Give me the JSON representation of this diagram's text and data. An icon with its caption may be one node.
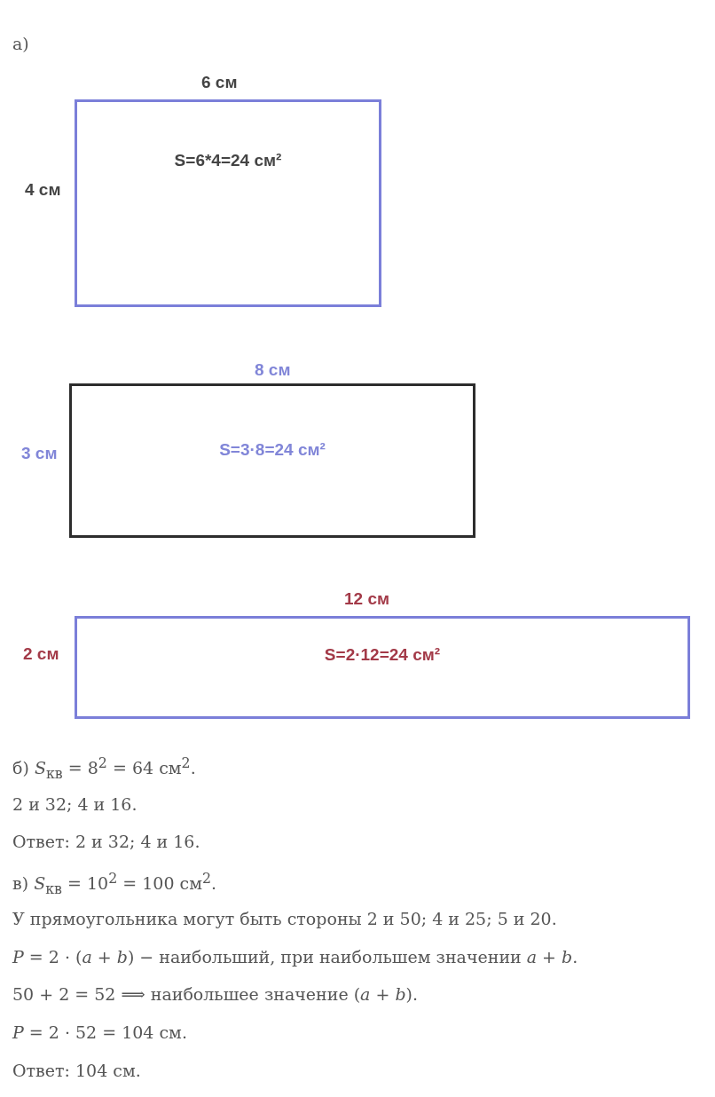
{
  "diagram": {
    "nodes": [
      {
        "text": [
          "S=6*4=24 см²"
        ]
      },
      {
        "text": [
          "S=3·8=24 см²"
        ]
      },
      {
        "text": [
          "S=2·12=24 см²"
        ]
      }
    ],
    "labels": [
      "а)",
      "6 см",
      "4 см",
      "8 см",
      "3 см",
      "12 см",
      "2 см",
      "б) *S*$_{кв}$ = 8$^{2}$ = 64 см$^{2}$.",
      "2 и 32;  4 и 16.",
      "Ответ: 2 и 32;  4 и 16.",
      "в) *S*$_{кв}$ = 10$^{2}$ = 100 см$^{2}$.",
      "У прямоугольника могут быть стороны 2 и 50;  4 и 25;  5 и 20.",
      "*P* = 2 · (*a* + *b*) − наибольший, при наибольшем значении *a* + *b*.",
      "50 + 2 = 52 ⟹ наибольшее значение (*a* + *b*).",
      "*P* = 2 · 52 = 104 см.",
      "Ответ: 104 см."
    ]
  }
}
